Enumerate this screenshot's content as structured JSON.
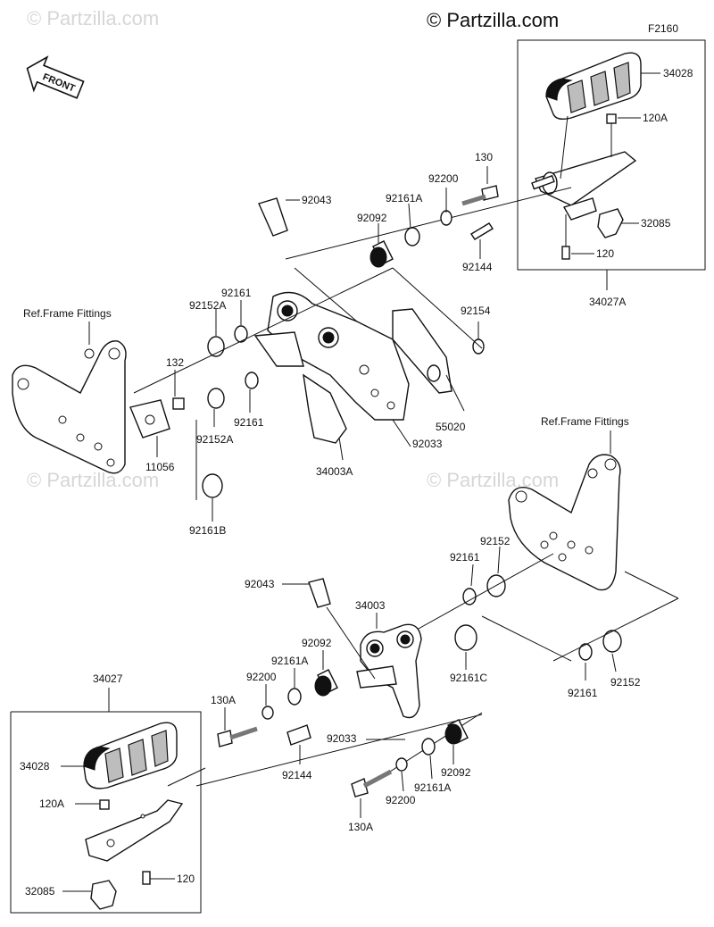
{
  "figure_code": "F2160",
  "copyright": "© Partzilla.com",
  "watermark": "© Partzilla.com",
  "front_label": "FRONT",
  "ref_labels": [
    "Ref.Frame Fittings",
    "Ref.Frame Fittings"
  ],
  "labels": {
    "r34028": "34028",
    "r120A": "120A",
    "r32085": "32085",
    "r120": "120",
    "r34027A": "34027A",
    "u130": "130",
    "u92200": "92200",
    "u92161A": "92161A",
    "u92092": "92092",
    "u92043": "92043",
    "u92144": "92144",
    "l92161": "92161",
    "l92152A": "92152A",
    "l132": "132",
    "l92161b": "92161",
    "l92152Ab": "92152A",
    "l11056": "11056",
    "l92161B": "92161B",
    "m92154": "92154",
    "m55020": "55020",
    "m92033": "92033",
    "m34003A": "34003A",
    "b92043": "92043",
    "b34003": "34003",
    "b92092": "92092",
    "b92161A": "92161A",
    "b92200": "92200",
    "b130A": "130A",
    "b92161C": "92161C",
    "b92033": "92033",
    "b92144": "92144",
    "b92161": "92161",
    "b92152": "92152",
    "b92161r": "92161",
    "b92152r": "92152",
    "c130A": "130A",
    "c92200": "92200",
    "c92161A": "92161A",
    "c92092": "92092",
    "lb34027": "34027",
    "lb34028": "34028",
    "lb120A": "120A",
    "lb120": "120",
    "lb32085": "32085"
  }
}
